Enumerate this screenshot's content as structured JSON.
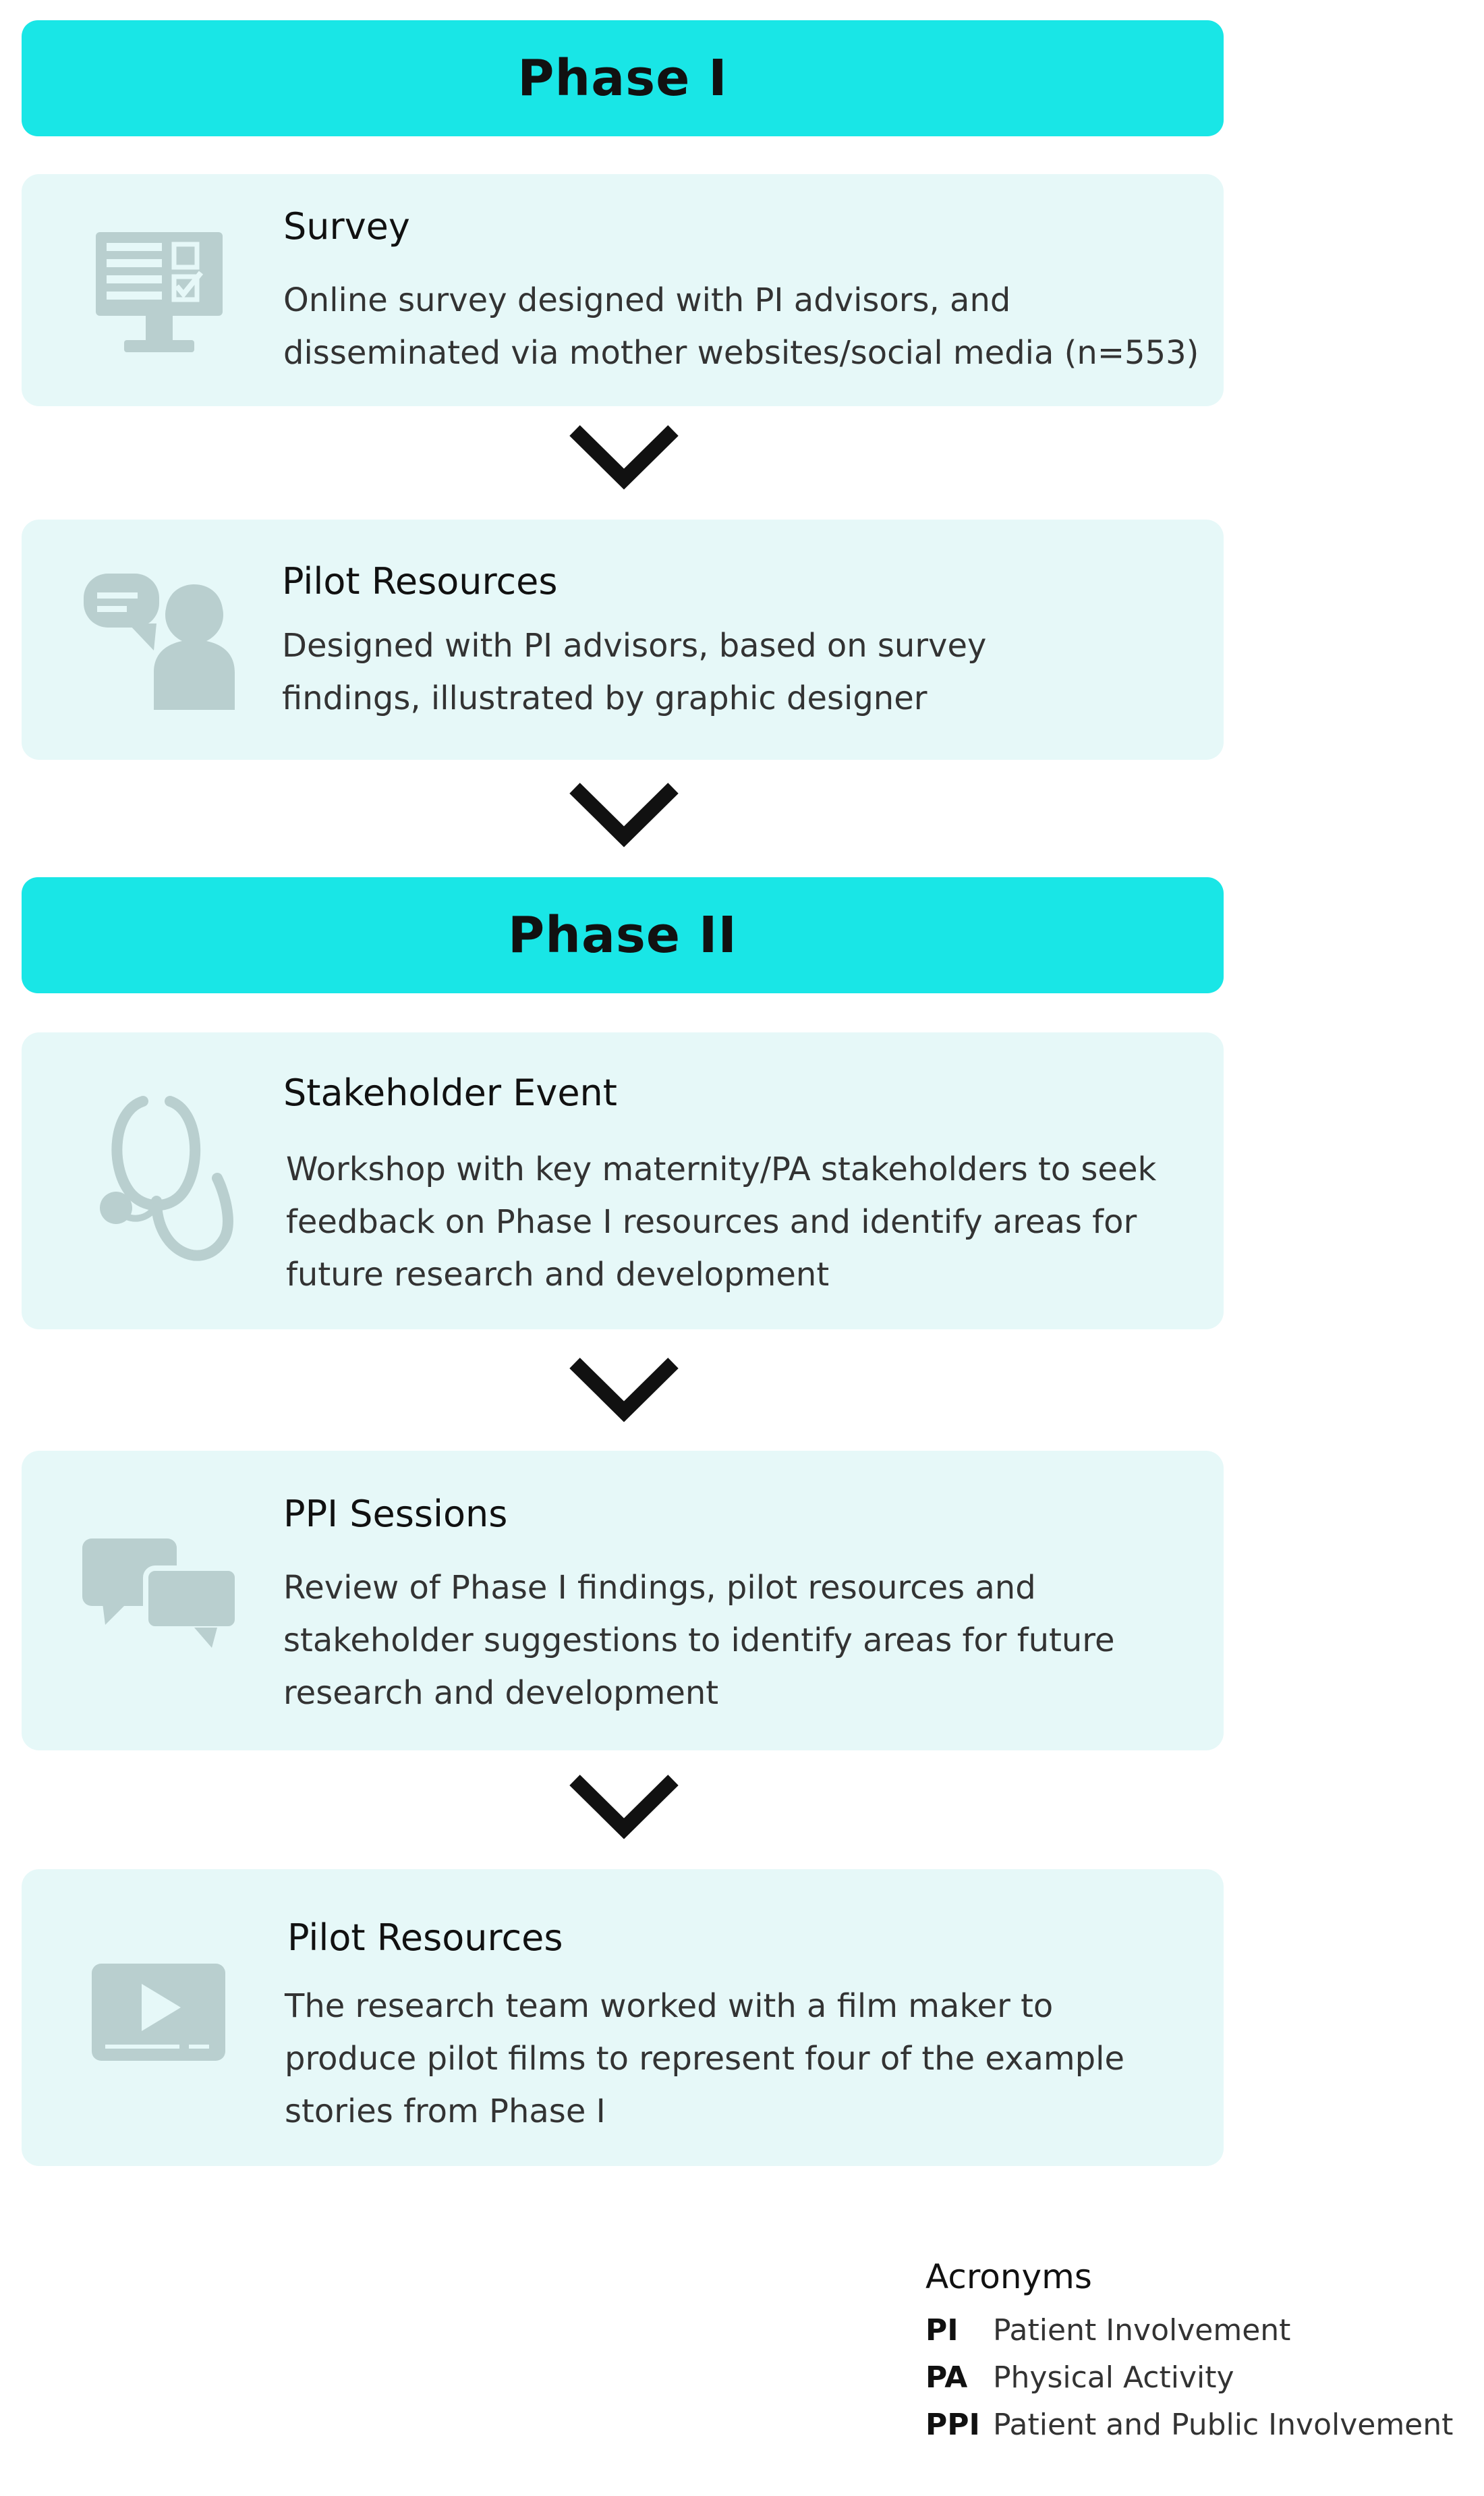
{
  "phase1": {
    "label": "Phase I"
  },
  "phase2": {
    "label": "Phase II"
  },
  "steps": [
    {
      "title": "Survey",
      "icon": "computer-form-icon",
      "lines": [
        "Online survey designed with PI advisors, and",
        "disseminated via mother websites/social media (n=553)"
      ]
    },
    {
      "title": "Pilot Resources",
      "icon": "person-speech-icon",
      "lines": [
        "Designed with PI advisors, based on survey",
        "findings, illustrated by graphic designer"
      ]
    },
    {
      "title": "Stakeholder Event",
      "icon": "stethoscope-icon",
      "lines": [
        "Workshop with key maternity/PA stakeholders to seek",
        "feedback on Phase I resources and identify areas for",
        "future research and development"
      ]
    },
    {
      "title": "PPI Sessions",
      "icon": "chat-bubbles-icon",
      "lines": [
        "Review of Phase I findings, pilot resources and",
        "stakeholder suggestions to identify areas for future",
        "research and development"
      ]
    },
    {
      "title": "Pilot Resources",
      "icon": "video-play-icon",
      "lines": [
        "The research team worked with a film maker to",
        "produce pilot films to represent four of the example",
        "stories from Phase I"
      ]
    }
  ],
  "acronyms": {
    "title": "Acronyms",
    "items": [
      {
        "abbr": "PI",
        "meaning": "Patient Involvement"
      },
      {
        "abbr": "PA",
        "meaning": "Physical Activity"
      },
      {
        "abbr": "PPI",
        "meaning": "Patient and Public Involvement"
      }
    ]
  },
  "colors": {
    "phase_bg": "#19e6e6",
    "card_bg": "#e6f8f8",
    "icon": "#b9cfcf",
    "arrow": "#111111"
  }
}
